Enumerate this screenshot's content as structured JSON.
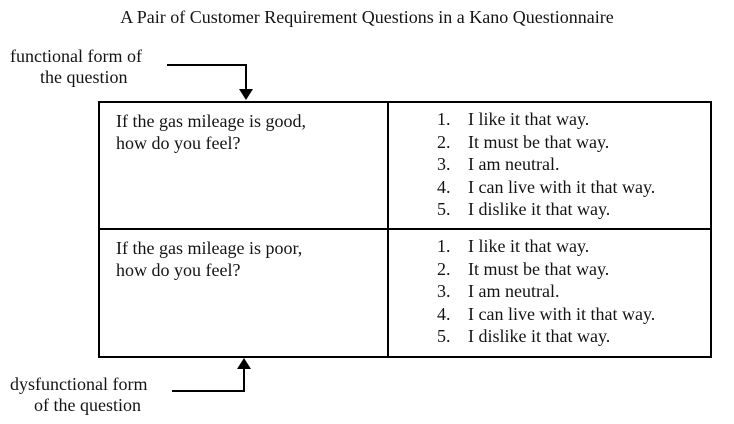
{
  "colors": {
    "background": "#ffffff",
    "text": "#141414",
    "line": "#000000"
  },
  "title": "A Pair of Customer Requirement Questions in a Kano Questionnaire",
  "annotations": {
    "functional": {
      "line1": "functional form of",
      "line2": "the question"
    },
    "dysfunctional": {
      "line1": "dysfunctional form",
      "line2": "of the question"
    }
  },
  "table": {
    "rows": [
      {
        "question_line1": "If the gas mileage is good,",
        "question_line2": "how do you feel?",
        "options": [
          {
            "num": "1.",
            "text": "I like it that way."
          },
          {
            "num": "2.",
            "text": "It must be that way."
          },
          {
            "num": "3.",
            "text": "I am neutral."
          },
          {
            "num": "4.",
            "text": "I can live with it that way."
          },
          {
            "num": "5.",
            "text": "I dislike it that way."
          }
        ]
      },
      {
        "question_line1": "If the gas mileage is poor,",
        "question_line2": "how do you feel?",
        "options": [
          {
            "num": "1.",
            "text": "I like it that way."
          },
          {
            "num": "2.",
            "text": "It must be that way."
          },
          {
            "num": "3.",
            "text": "I am neutral."
          },
          {
            "num": "4.",
            "text": "I can live with it that way."
          },
          {
            "num": "5.",
            "text": "I dislike it that way."
          }
        ]
      }
    ]
  }
}
